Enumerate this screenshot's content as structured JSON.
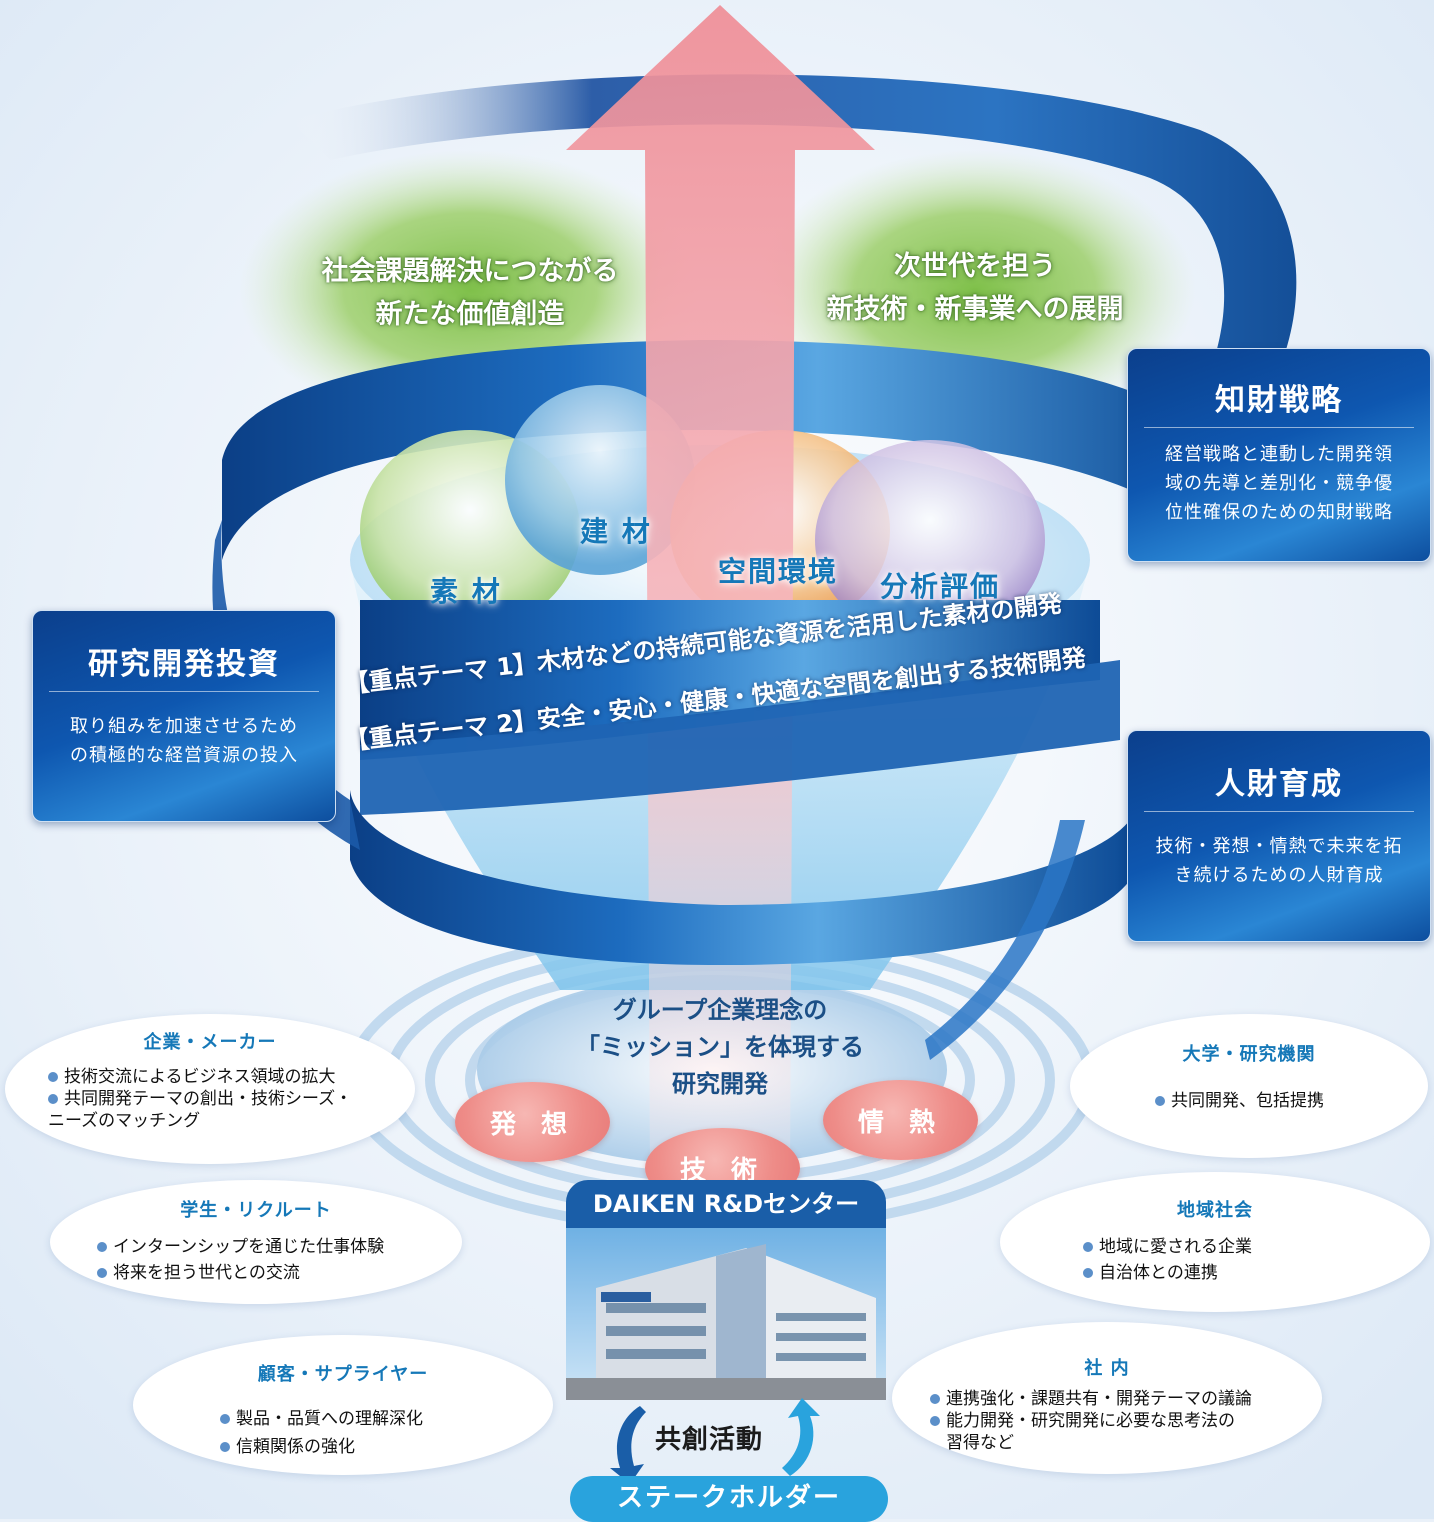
{
  "goals": {
    "left_lines": [
      "社会課題解決につながる",
      "新たな価値創造"
    ],
    "right_lines": [
      "次世代を担う",
      "新技術・新事業への展開"
    ]
  },
  "domains": [
    "建 材",
    "素 材",
    "空間環境",
    "分析評価"
  ],
  "panels": {
    "ip": {
      "title": "知財戦略",
      "body_lines": [
        "経営戦略と連動した開発領",
        "域の先導と差別化・競争優",
        "位性確保のための知財戦略"
      ]
    },
    "rd": {
      "title": "研究開発投資",
      "body_lines": [
        "取り組みを加速させるため",
        "の積極的な経営資源の投入"
      ]
    },
    "hr": {
      "title": "人財育成",
      "body_lines": [
        "技術・発想・情熱で未来を拓",
        "き続けるための人財育成"
      ]
    }
  },
  "themes": [
    "【重点テーマ 1】木材などの持続可能な資源を活用した素材の開発",
    "【重点テーマ 2】安全・安心・健康・快適な空間を創出する技術開発"
  ],
  "mission_lines": [
    "グループ企業理念の",
    "「ミッション」を体現する",
    "研究開発"
  ],
  "values": [
    "発 想",
    "技 術",
    "情 熱"
  ],
  "center": {
    "title": "DAIKEN R&Dセンター",
    "cocreation": "共創活動",
    "stakeholder": "ステークホルダー"
  },
  "stakeholders": {
    "maker": {
      "title": "企業・メーカー",
      "items": [
        "技術交流によるビジネス領域の拡大",
        "共同開発テーマの創出・技術シーズ・"
      ],
      "cont": "ニーズのマッチング"
    },
    "univ": {
      "title": "大学・研究機関",
      "items": [
        "共同開発、包括提携"
      ]
    },
    "student": {
      "title": "学生・リクルート",
      "items": [
        "インターンシップを通じた仕事体験",
        "将来を担う世代との交流"
      ]
    },
    "region": {
      "title": "地域社会",
      "items": [
        "地域に愛される企業",
        "自治体との連携"
      ]
    },
    "customer": {
      "title": "顧客・サプライヤー",
      "items": [
        "製品・品質への理解深化",
        "信頼関係の強化"
      ]
    },
    "internal": {
      "title": "社 内",
      "items": [
        "連携強化・課題共有・開発テーマの議論",
        "能力開発・研究開発に必要な思考法の"
      ],
      "cont": "習得など"
    }
  },
  "colors": {
    "navy": "#0d4b96",
    "accent_blue": "#1578b8",
    "pink": "#ee8c88",
    "green": "#7cc04a",
    "sky": "#29a3dd"
  }
}
